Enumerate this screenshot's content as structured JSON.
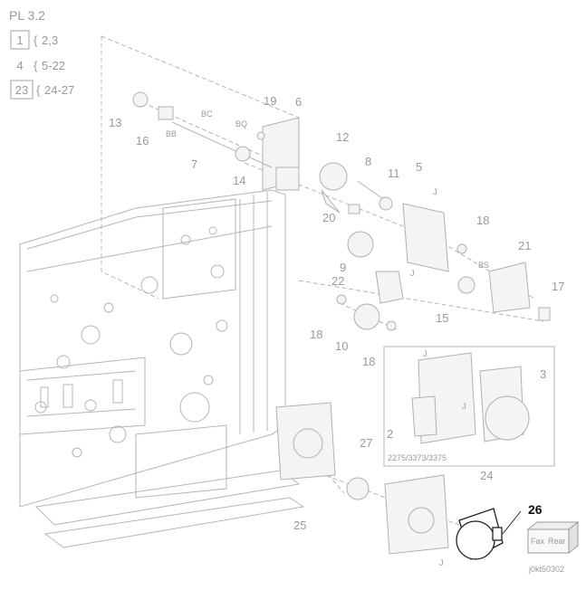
{
  "plate": {
    "title": "PL 3.2",
    "ref_rows": [
      {
        "box": "1",
        "range": "2,3"
      },
      {
        "box": "4",
        "range": "5-22"
      },
      {
        "box": "23",
        "range": "24-27"
      }
    ]
  },
  "callouts": {
    "n2": "2",
    "n3": "3",
    "n5": "5",
    "n6": "6",
    "n7": "7",
    "n8": "8",
    "n9": "9",
    "n10": "10",
    "n11": "11",
    "n12": "12",
    "n13": "13",
    "n14": "14",
    "n15": "15",
    "n16": "16",
    "n17": "17",
    "n18a": "18",
    "n18b": "18",
    "n18c": "18",
    "n19": "19",
    "n20": "20",
    "n21": "21",
    "n22": "22",
    "n24": "24",
    "n25": "25",
    "n26": "26",
    "n27": "27"
  },
  "connectors": {
    "bc": "BC",
    "bq": "BQ",
    "bb": "BB",
    "bs": "BS",
    "j1": "J",
    "j2": "J",
    "j3": "J",
    "j4": "J",
    "j5": "J"
  },
  "inset": {
    "model_label": "2275/3373/3375"
  },
  "view_cube": {
    "front": "Fax",
    "side": "Rear"
  },
  "image_code": "j0kt50302",
  "colors": {
    "highlight": "#111111",
    "line": "#b5b5b5",
    "text": "#9a9a9a"
  }
}
